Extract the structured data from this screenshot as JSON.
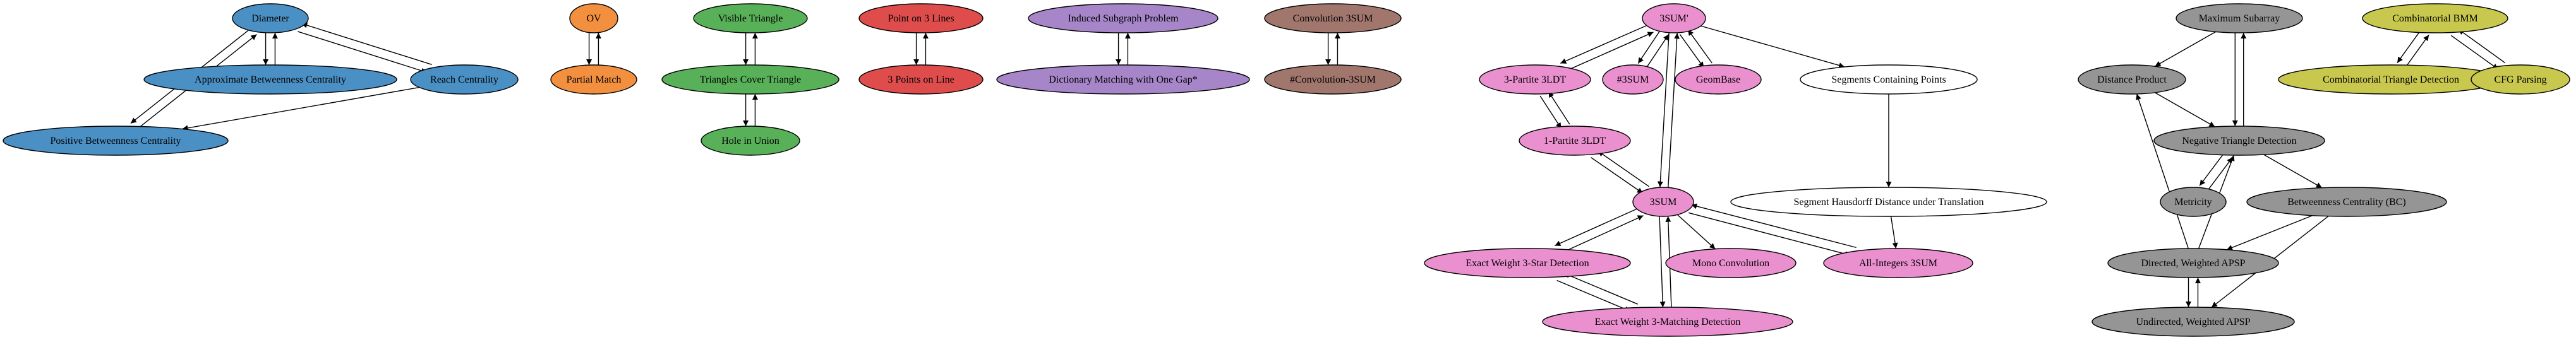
{
  "colors": {
    "blue": "#4b90c4",
    "orange": "#f39040",
    "green": "#58b158",
    "red": "#de4c4c",
    "purple": "#a686c8",
    "brown": "#a1776d",
    "pink": "#ea90cf",
    "white": "#ffffff",
    "grey": "#959595",
    "olive": "#c8c84e"
  },
  "nodes": [
    {
      "id": "diameter",
      "label": "Diameter",
      "color": "blue"
    },
    {
      "id": "approx_bc",
      "label": "Approximate Betweenness Centrality",
      "color": "blue"
    },
    {
      "id": "reach",
      "label": "Reach Centrality",
      "color": "blue"
    },
    {
      "id": "pos_bc",
      "label": "Positive Betweenness Centrality",
      "color": "blue"
    },
    {
      "id": "ov",
      "label": "OV",
      "color": "orange"
    },
    {
      "id": "partial",
      "label": "Partial Match",
      "color": "orange"
    },
    {
      "id": "visible_tri",
      "label": "Visible Triangle",
      "color": "green"
    },
    {
      "id": "tri_cover",
      "label": "Triangles Cover Triangle",
      "color": "green"
    },
    {
      "id": "hole",
      "label": "Hole in Union",
      "color": "green"
    },
    {
      "id": "point3",
      "label": "Point on 3 Lines",
      "color": "red"
    },
    {
      "id": "points3",
      "label": "3 Points on Line",
      "color": "red"
    },
    {
      "id": "isp",
      "label": "Induced Subgraph Problem",
      "color": "purple"
    },
    {
      "id": "dict",
      "label": "Dictionary Matching with One Gap*",
      "color": "purple"
    },
    {
      "id": "conv3",
      "label": "Convolution 3SUM",
      "color": "brown"
    },
    {
      "id": "hconv3",
      "label": "#Convolution-3SUM",
      "color": "brown"
    },
    {
      "id": "sum3p",
      "label": "3SUM'",
      "color": "pink"
    },
    {
      "id": "tripartite",
      "label": "3-Partite 3LDT",
      "color": "pink"
    },
    {
      "id": "hsum3",
      "label": "#3SUM",
      "color": "pink"
    },
    {
      "id": "geombase",
      "label": "GeomBase",
      "color": "pink"
    },
    {
      "id": "seg_points",
      "label": "Segments Containing Points",
      "color": "white"
    },
    {
      "id": "onepartite",
      "label": "1-Partite 3LDT",
      "color": "pink"
    },
    {
      "id": "seg_haus",
      "label": "Segment Hausdorff Distance under Translation",
      "color": "white"
    },
    {
      "id": "sum3",
      "label": "3SUM",
      "color": "pink"
    },
    {
      "id": "ew3star",
      "label": "Exact Weight 3-Star Detection",
      "color": "pink"
    },
    {
      "id": "mono",
      "label": "Mono Convolution",
      "color": "pink"
    },
    {
      "id": "allint",
      "label": "All-Integers 3SUM",
      "color": "pink"
    },
    {
      "id": "ew3match",
      "label": "Exact Weight 3-Matching Detection",
      "color": "pink"
    },
    {
      "id": "maxsub",
      "label": "Maximum Subarray",
      "color": "grey"
    },
    {
      "id": "distprod",
      "label": "Distance Product",
      "color": "grey"
    },
    {
      "id": "negtri",
      "label": "Negative Triangle Detection",
      "color": "grey"
    },
    {
      "id": "metricity",
      "label": "Metricity",
      "color": "grey"
    },
    {
      "id": "bc",
      "label": "Betweenness Centrality (BC)",
      "color": "grey"
    },
    {
      "id": "dapsp",
      "label": "Directed, Weighted APSP",
      "color": "grey"
    },
    {
      "id": "uapsp",
      "label": "Undirected, Weighted APSP",
      "color": "grey"
    },
    {
      "id": "cbmm",
      "label": "Combinatorial BMM",
      "color": "olive"
    },
    {
      "id": "ctd",
      "label": "Combinatorial Triangle Detection",
      "color": "olive"
    },
    {
      "id": "cfg",
      "label": "CFG Parsing",
      "color": "olive"
    }
  ],
  "edges": [
    [
      "approx_bc",
      "diameter"
    ],
    [
      "diameter",
      "approx_bc"
    ],
    [
      "diameter",
      "reach"
    ],
    [
      "reach",
      "diameter"
    ],
    [
      "diameter",
      "pos_bc"
    ],
    [
      "pos_bc",
      "diameter"
    ],
    [
      "reach",
      "pos_bc"
    ],
    [
      "ov",
      "partial"
    ],
    [
      "partial",
      "ov"
    ],
    [
      "visible_tri",
      "tri_cover"
    ],
    [
      "tri_cover",
      "visible_tri"
    ],
    [
      "tri_cover",
      "hole"
    ],
    [
      "hole",
      "tri_cover"
    ],
    [
      "point3",
      "points3"
    ],
    [
      "points3",
      "point3"
    ],
    [
      "isp",
      "dict"
    ],
    [
      "dict",
      "isp"
    ],
    [
      "conv3",
      "hconv3"
    ],
    [
      "hconv3",
      "conv3"
    ],
    [
      "sum3p",
      "tripartite"
    ],
    [
      "tripartite",
      "sum3p"
    ],
    [
      "sum3p",
      "hsum3"
    ],
    [
      "hsum3",
      "sum3p"
    ],
    [
      "sum3p",
      "geombase"
    ],
    [
      "geombase",
      "sum3p"
    ],
    [
      "sum3p",
      "seg_points"
    ],
    [
      "sum3p",
      "sum3"
    ],
    [
      "sum3",
      "sum3p"
    ],
    [
      "tripartite",
      "onepartite"
    ],
    [
      "onepartite",
      "tripartite"
    ],
    [
      "onepartite",
      "sum3"
    ],
    [
      "sum3",
      "onepartite"
    ],
    [
      "seg_points",
      "seg_haus"
    ],
    [
      "seg_haus",
      "allint"
    ],
    [
      "sum3",
      "ew3star"
    ],
    [
      "ew3star",
      "sum3"
    ],
    [
      "sum3",
      "mono"
    ],
    [
      "sum3",
      "allint"
    ],
    [
      "allint",
      "sum3"
    ],
    [
      "sum3",
      "ew3match"
    ],
    [
      "ew3match",
      "sum3"
    ],
    [
      "ew3star",
      "ew3match"
    ],
    [
      "ew3match",
      "ew3star"
    ],
    [
      "maxsub",
      "distprod"
    ],
    [
      "maxsub",
      "negtri"
    ],
    [
      "negtri",
      "maxsub"
    ],
    [
      "distprod",
      "negtri"
    ],
    [
      "negtri",
      "metricity"
    ],
    [
      "metricity",
      "negtri"
    ],
    [
      "negtri",
      "bc"
    ],
    [
      "bc",
      "dapsp"
    ],
    [
      "bc",
      "uapsp"
    ],
    [
      "dapsp",
      "distprod"
    ],
    [
      "dapsp",
      "negtri"
    ],
    [
      "dapsp",
      "uapsp"
    ],
    [
      "uapsp",
      "dapsp"
    ],
    [
      "cbmm",
      "ctd"
    ],
    [
      "ctd",
      "cbmm"
    ],
    [
      "cbmm",
      "cfg"
    ],
    [
      "cfg",
      "cbmm"
    ]
  ]
}
